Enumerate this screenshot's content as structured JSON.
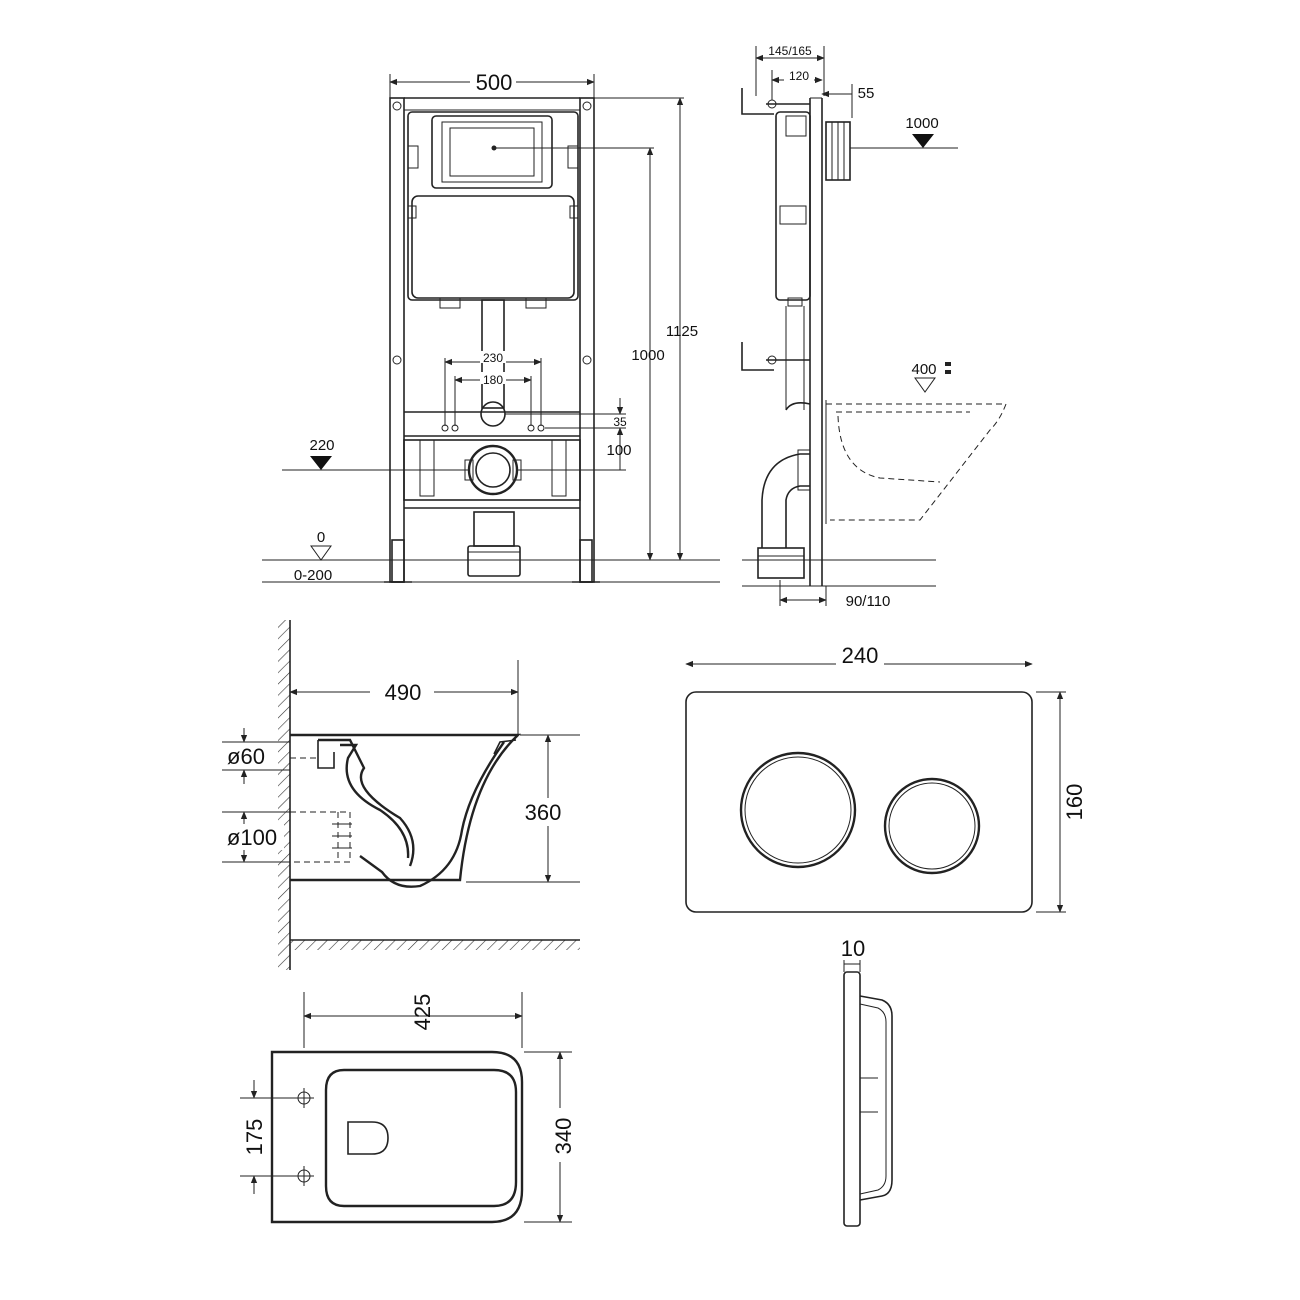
{
  "front_view": {
    "width_label": "500",
    "height_1125": "1125",
    "height_1000": "1000",
    "spacing_230": "230",
    "spacing_180": "180",
    "offset_35": "35",
    "offset_100": "100",
    "level_220": "220",
    "level_0": "0",
    "level_range": "0-200"
  },
  "side_view": {
    "depth_range": "145/165",
    "depth_120": "120",
    "depth_55": "55",
    "level_1000": "1000",
    "level_400": "400",
    "pipe_offset": "90/110"
  },
  "bowl_side": {
    "length": "490",
    "inlet_diameter": "ø60",
    "outlet_diameter": "ø100",
    "height": "360"
  },
  "flush_plate": {
    "width": "240",
    "height": "160",
    "thickness": "10"
  },
  "bowl_top": {
    "length": "425",
    "width": "340",
    "bolt_spacing": "175"
  }
}
